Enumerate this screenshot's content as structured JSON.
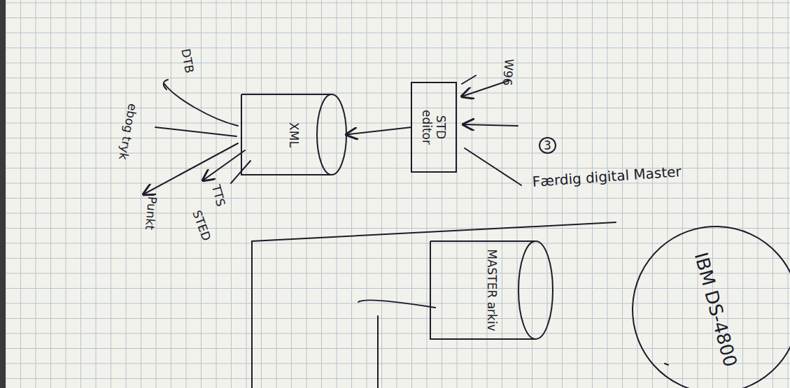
{
  "diagram": {
    "nodes": [
      {
        "text": [
          "XML"
        ]
      },
      {
        "text": [
          "STD editor"
        ]
      },
      {
        "text": [
          "MASTER arkiv"
        ]
      },
      {
        "text": [
          "IBM DS-4800"
        ]
      }
    ],
    "edges": [
      {
        "from": 1,
        "to": 0,
        "arrow": "to"
      }
    ],
    "labels": [
      "DTB",
      "ebog tryk",
      "TTS",
      "STED",
      "Punkt",
      "W96",
      "3",
      "Færdig digital Master"
    ]
  }
}
